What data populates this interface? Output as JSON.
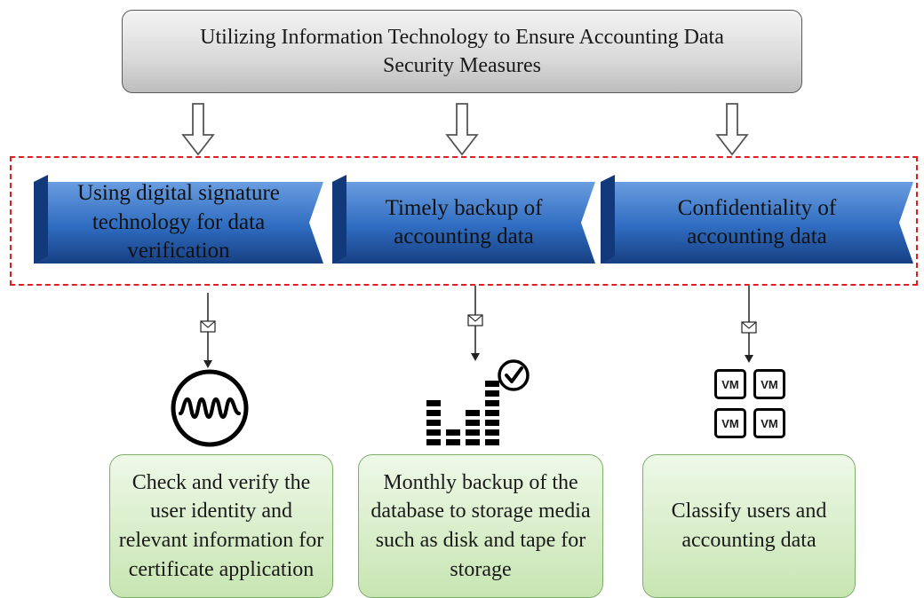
{
  "title": "Utilizing Information Technology to Ensure Accounting Data Security Measures",
  "measures": [
    {
      "label": "Using digital signature technology for data verification",
      "icon": "waveform-icon"
    },
    {
      "label": "Timely backup of accounting data",
      "icon": "backup-bars-check-icon"
    },
    {
      "label": "Confidentiality of accounting data",
      "icon": "vm-grid-icon"
    }
  ],
  "actions": [
    {
      "label": "Check and verify the user identity and relevant information for certificate application"
    },
    {
      "label": "Monthly backup of the database to storage media such as disk and tape for storage"
    },
    {
      "label": "Classify users and accounting data"
    }
  ],
  "vm_label": "VM",
  "colors": {
    "frame": "#e02020",
    "banner_top": "#5b8fd6",
    "banner_bottom": "#1a4f9a",
    "green_box": "#c7e5b2"
  }
}
